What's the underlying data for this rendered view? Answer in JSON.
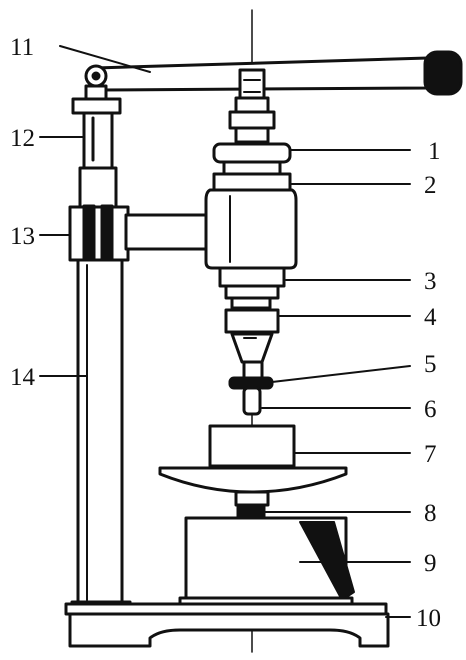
{
  "diagram": {
    "labels": {
      "l1": "1",
      "l2": "2",
      "l3": "3",
      "l4": "4",
      "l5": "5",
      "l6": "6",
      "l7": "7",
      "l8": "8",
      "l9": "9",
      "l10": "10",
      "l11": "11",
      "l12": "12",
      "l13": "13",
      "l14": "14"
    },
    "colors": {
      "ink": "#111111",
      "paper": "#ffffff"
    }
  }
}
